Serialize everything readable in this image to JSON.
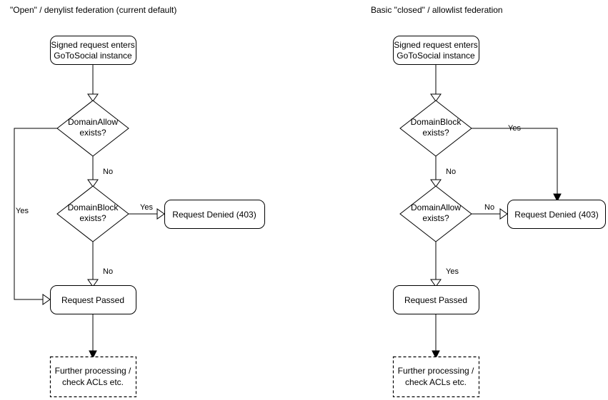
{
  "panels": [
    {
      "title": "\"Open\" / denylist federation (current default)",
      "nodes": {
        "start": "Signed request enters\nGoToSocial instance",
        "start_line1": "Signed request enters",
        "start_line2": "GoToSocial instance",
        "decision1_line1": "DomainAllow",
        "decision1_line2": "exists?",
        "decision2_line1": "DomainBlock",
        "decision2_line2": "exists?",
        "denied": "Request Denied (403)",
        "passed": "Request Passed",
        "further_line1": "Further processing /",
        "further_line2": "check ACLs etc."
      },
      "edge_labels": {
        "allow_yes": "Yes",
        "allow_no": "No",
        "block_yes": "Yes",
        "block_no": "No"
      }
    },
    {
      "title": "Basic \"closed\" / allowlist federation",
      "nodes": {
        "start": "Signed request enters\nGoToSocial instance",
        "start_line1": "Signed request enters",
        "start_line2": "GoToSocial instance",
        "decision1_line1": "DomainBlock",
        "decision1_line2": "exists?",
        "decision2_line1": "DomainAllow",
        "decision2_line2": "exists?",
        "denied": "Request Denied (403)",
        "passed": "Request Passed",
        "further_line1": "Further processing /",
        "further_line2": "check ACLs etc."
      },
      "edge_labels": {
        "block_yes": "Yes",
        "block_no": "No",
        "allow_no": "No",
        "allow_yes": "Yes"
      }
    }
  ],
  "colors": {
    "stroke": "#000000",
    "fill": "#ffffff",
    "text": "#000000",
    "background": "#ffffff"
  }
}
